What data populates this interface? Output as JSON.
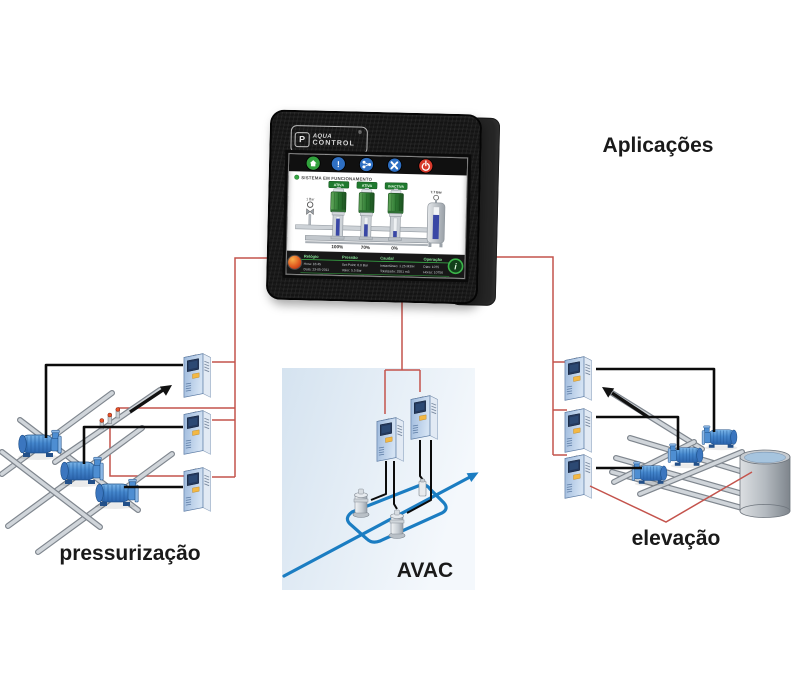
{
  "labels": {
    "applications": "Aplicações",
    "pressurization": "pressurização",
    "hvac": "AVAC",
    "elevation": "elevação"
  },
  "hmi": {
    "brand": {
      "line1": "AQUA",
      "line2": "CONTROL",
      "reg": "®",
      "mark": "P"
    },
    "toolbar_buttons": [
      {
        "name": "home",
        "color": "#31a23d"
      },
      {
        "name": "alarms",
        "color": "#2e6fc2",
        "glyph": "!"
      },
      {
        "name": "network",
        "color": "#2e6fc2"
      },
      {
        "name": "tools",
        "color": "#2e6fc2"
      },
      {
        "name": "power",
        "color": "#d8392b"
      }
    ],
    "status_text": "SISTEMA EM FUNCIONAMENTO",
    "inlet_label": "1 Bar",
    "pumps": [
      {
        "state": "ATIVA",
        "percent": "100%"
      },
      {
        "state": "ATIVA",
        "percent": "70%"
      },
      {
        "state": "INACTIVA",
        "percent": "0%"
      }
    ],
    "tank_label": "7.7 Bar",
    "infobar": {
      "columns": [
        {
          "title": "Relógio",
          "row1": "Hora: 16:45",
          "row2": "Data: 23-05-2011"
        },
        {
          "title": "Pressão",
          "row1": "Set-Point: 6.0 Bar",
          "row2": "Valor: 5.5 Bar"
        },
        {
          "title": "Caudal",
          "row1": "Instantâneo: 1.25 M3/H",
          "row2": "Totalizado: 2551 m3"
        },
        {
          "title": "Operação",
          "row1": "Dias: 1075",
          "row2": "Horas: 10756"
        }
      ],
      "info_glyph": "i"
    }
  },
  "colors": {
    "wire_red": "#c4534c",
    "cable_black": "#0b0b0b",
    "pipe_blue": "#1b7dc2",
    "pump_blue": "#4e8ed2",
    "vfd_screen": "#24395d",
    "vfd_sticker": "#f3b844"
  }
}
